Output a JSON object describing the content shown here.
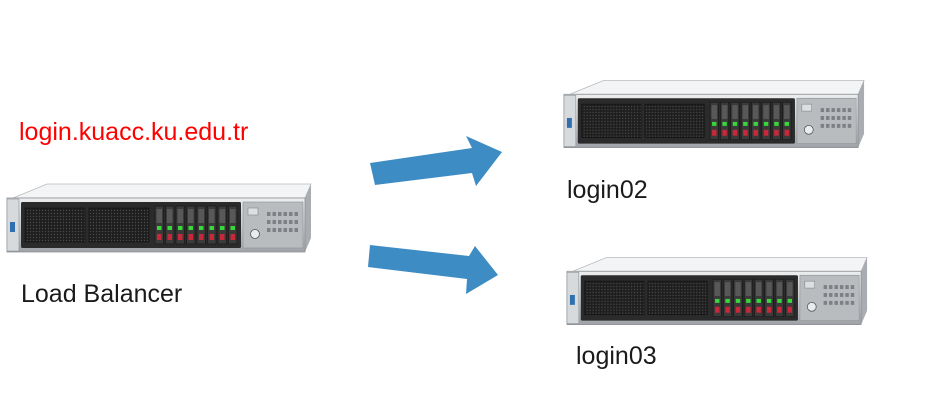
{
  "load_balancer": {
    "hostname": "login.kuacc.ku.edu.tr",
    "label": "Load Balancer"
  },
  "nodes": [
    {
      "label": "login02"
    },
    {
      "label": "login03"
    }
  ],
  "colors": {
    "hostname_text": "#ff0000",
    "label_text": "#1a1a1a",
    "arrow": "#3d8cc4",
    "server_bezel": "#2b2b2b",
    "server_chassis": "#c9cccf",
    "drive_led_green": "#3bd63b",
    "drive_tab_red": "#c8283a"
  },
  "icons": {
    "server": "rack-server-icon",
    "arrow": "right-arrow-icon"
  }
}
